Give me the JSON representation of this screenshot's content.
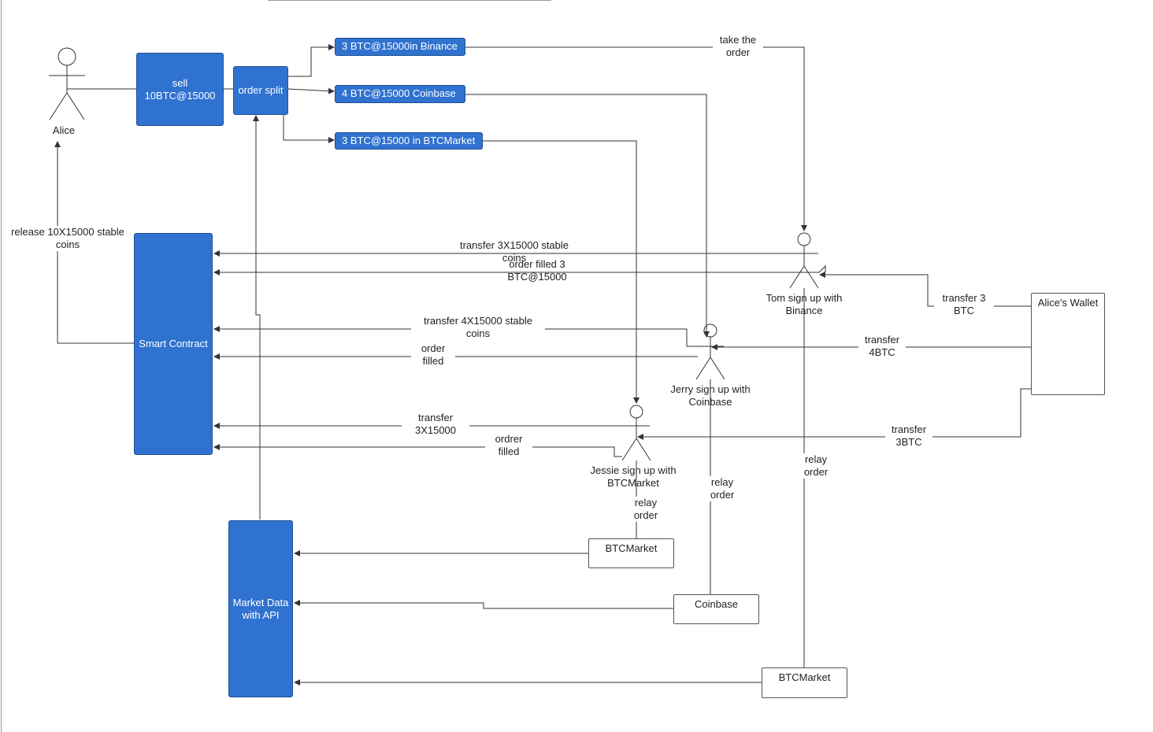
{
  "nodes": {
    "alice": "Alice",
    "sell": "sell\n10BTC@15000",
    "order_split": "order split",
    "binance_order": "3 BTC@15000in Binance",
    "coinbase_order": "4 BTC@15000 Coinbase",
    "btcmarket_order": "3 BTC@15000 in BTCMarket",
    "smart_contract": "Smart Contract",
    "market_data": "Market Data\nwith API",
    "tom": "Tom sign up with\nBinance",
    "jerry": "Jerry sign up with\nCoinbase",
    "jessie": "Jessie sign up with\nBTCMarket",
    "alices_wallet": "Alice's Wallet",
    "btcmarket_box_1": "BTCMarket",
    "coinbase_box": "Coinbase",
    "btcmarket_box_2": "BTCMarket"
  },
  "edge_labels": {
    "take_order": "take the\norder",
    "release": "release 10X15000 stable\ncoins",
    "transfer_3x_stable": "transfer 3X15000 stable\ncoins",
    "order_filled_3": "order filled 3\nBTC@15000",
    "transfer_4x_stable": "transfer 4X15000 stable\ncoins",
    "order_filled_jerry": "order\nfilled",
    "transfer_3x": "transfer\n3X15000",
    "ordrer_filled": "ordrer\nfilled",
    "transfer_3_btc": "transfer 3\nBTC",
    "transfer_4btc": "transfer\n4BTC",
    "transfer_3btc": "transfer\n3BTC",
    "relay_jessie": "relay\norder",
    "relay_jerry": "relay\norder",
    "relay_tom": "relay\norder"
  },
  "colors": {
    "node_fill": "#3072cf",
    "line": "#333333"
  }
}
